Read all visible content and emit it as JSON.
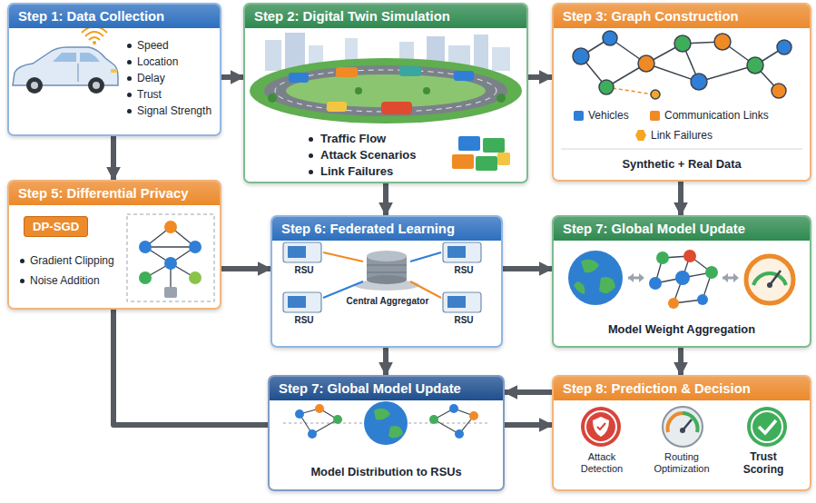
{
  "diagram": {
    "nodes": [
      {
        "text": [
          "Step 1: Data Collection",
          "Speed",
          "Location",
          "Delay",
          "Trust",
          "Signal Strength"
        ]
      },
      {
        "text": [
          "Step 2: Digital Twin Simulation",
          "Traffic Flow",
          "Attack Scenarios",
          "Link Failures"
        ]
      },
      {
        "text": [
          "Step 3: Graph Construction",
          "Synthetic + Real Data"
        ]
      },
      {
        "text": [
          "Step 5: Differential Privacy",
          "Gradient Clipping",
          "Noise Addition"
        ]
      },
      {
        "text": [
          "DP-SGD"
        ],
        "in": 3
      },
      {
        "text": [
          "Step 6: Federated Learning",
          "RSU",
          "RSU",
          "Central Aggregator",
          "RSU",
          "RSU"
        ]
      },
      {
        "text": [
          "Step 7: Global Model Update",
          "Model Weight Aggregation"
        ]
      },
      {
        "text": [
          "Step 7: Global Model Update",
          "Model Distribution to RSUs"
        ]
      },
      {
        "text": [
          "Step 8: Prediction & Decision",
          "Attack Detection",
          "Routing Optimization",
          "Trust Scoring"
        ]
      }
    ],
    "edges": [
      {
        "from": 0,
        "to": 1,
        "arrow": "to"
      },
      {
        "from": 1,
        "to": 2,
        "arrow": "to"
      },
      {
        "from": 0,
        "to": 3,
        "arrow": "to"
      },
      {
        "from": 1,
        "to": 5,
        "arrow": "to"
      },
      {
        "from": 2,
        "to": 6,
        "arrow": "to"
      },
      {
        "from": 3,
        "to": 5,
        "arrow": "to"
      },
      {
        "from": 5,
        "to": 6,
        "arrow": "to"
      },
      {
        "from": 5,
        "to": 7,
        "arrow": "to"
      },
      {
        "from": 6,
        "to": 8,
        "arrow": "to"
      },
      {
        "from": 8,
        "to": 7,
        "arrow": "to"
      },
      {
        "from": 3,
        "to": 7,
        "arrow": "none"
      },
      {
        "from": 7,
        "to": 8,
        "arrow": "to"
      }
    ],
    "legend": [
      {
        "text": "Vehicles",
        "color": "#2f7fd6"
      },
      {
        "text": "Communication Links",
        "color": "#f08a24"
      },
      {
        "text": "Link Failures",
        "color": "#f5a623"
      }
    ]
  }
}
